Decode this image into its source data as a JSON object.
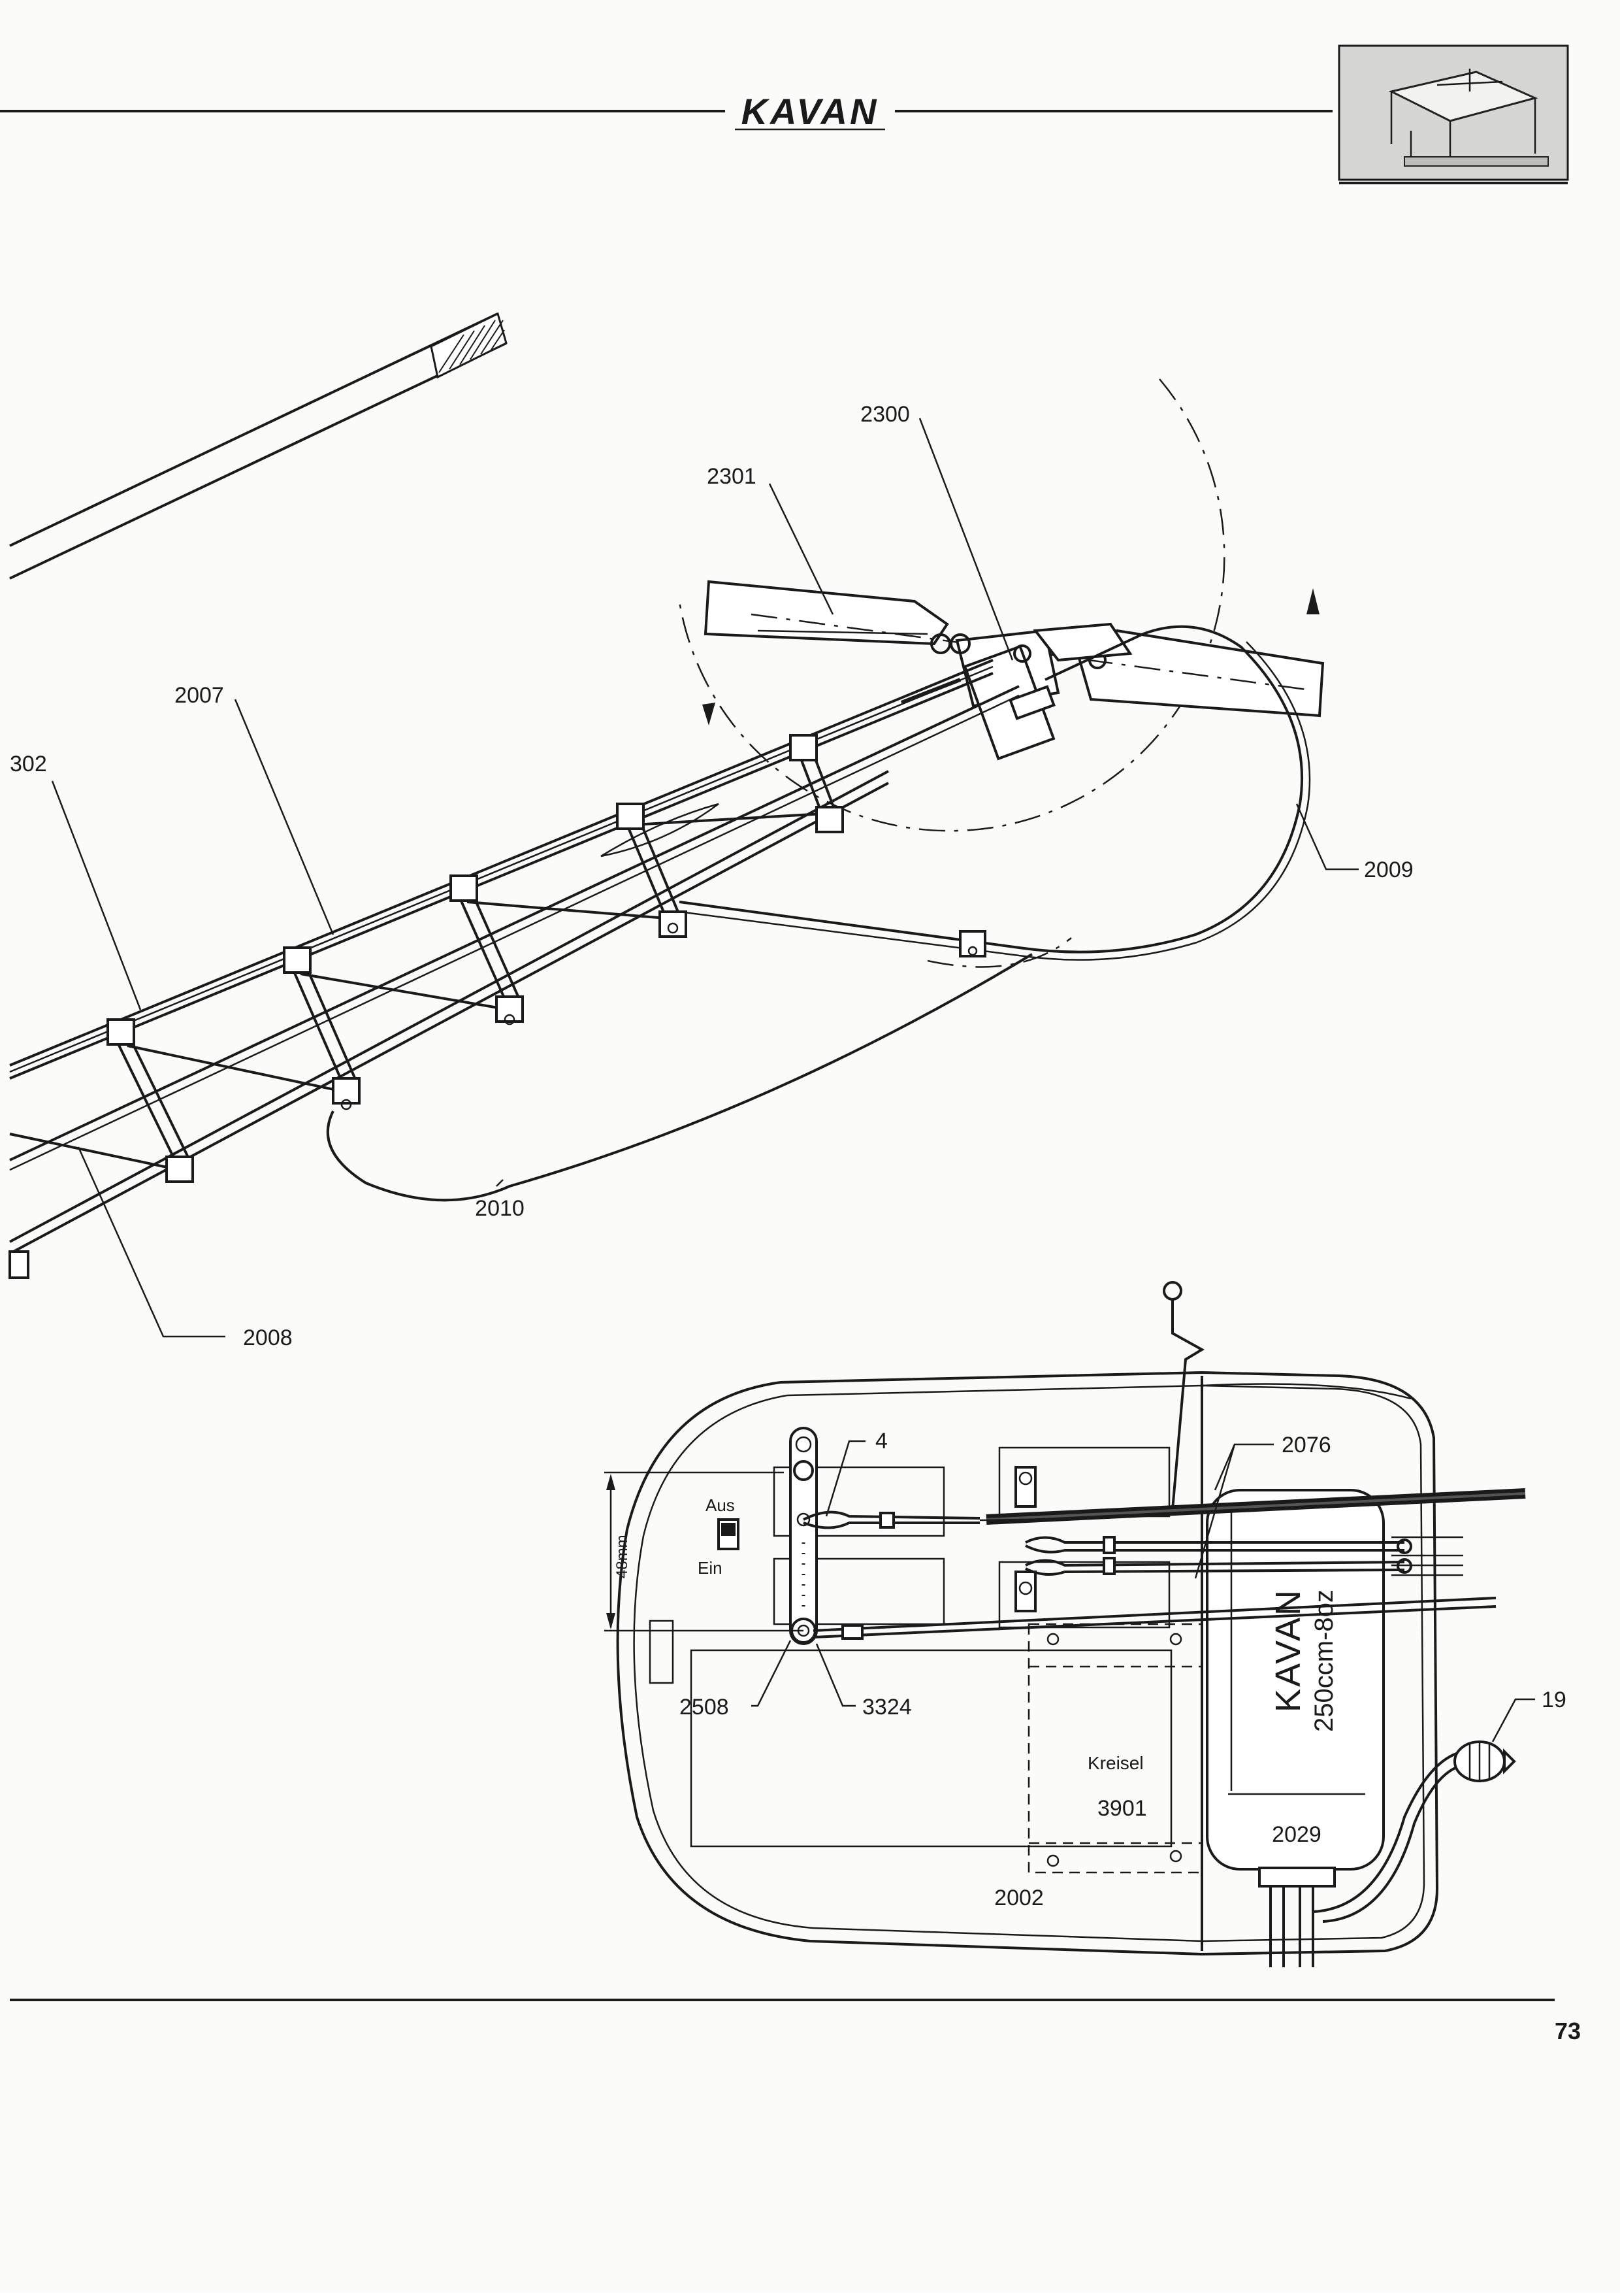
{
  "header": {
    "brand": "KAVAN",
    "thumbnail_icon": "workbench-thumbnail-icon"
  },
  "page_number": "73",
  "rotor_diagram": {
    "labels": {
      "l2300": "2300",
      "l2301": "2301",
      "l2007": "2007",
      "l302": "302",
      "l2009": "2009",
      "l2010": "2010",
      "l2008": "2008"
    }
  },
  "body_diagram": {
    "labels": {
      "l4": "4",
      "l2076": "2076",
      "aus": "Aus",
      "ein": "Ein",
      "dim48": "48mm",
      "l2508": "2508",
      "l3324": "3324",
      "kreisel": "Kreisel",
      "l3901": "3901",
      "l2002": "2002",
      "tank_brand": "KAVAN",
      "tank_capacity": "250ccm-8oz",
      "l2029": "2029",
      "l19": "19"
    }
  }
}
